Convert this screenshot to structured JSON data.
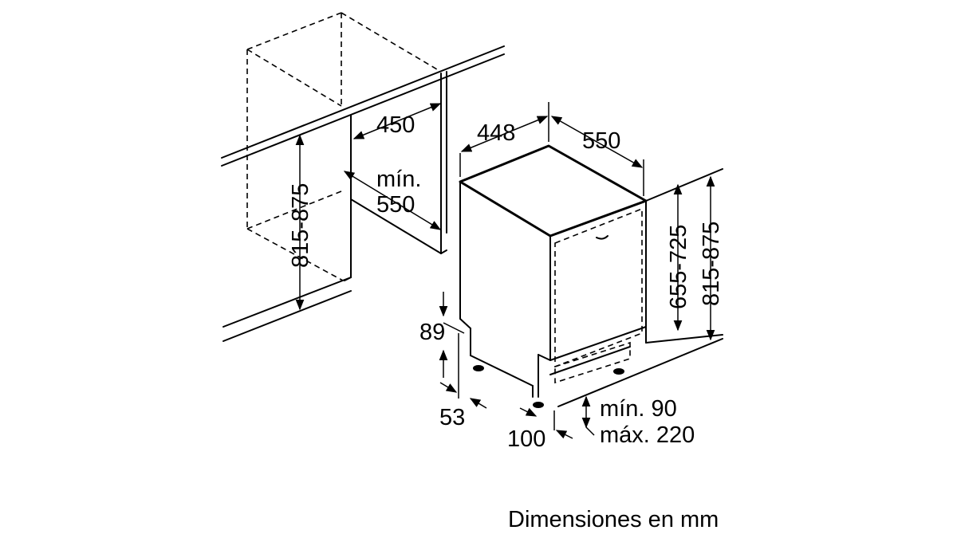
{
  "labels": {
    "niche_depth": "450",
    "niche_min_width_line1": "mín.",
    "niche_min_width_line2": "550",
    "niche_height": "815-875",
    "appliance_width": "448",
    "appliance_depth": "550",
    "door_height": "655-725",
    "total_height": "815-875",
    "base_height": "89",
    "foot_offset": "53",
    "front_offset": "100",
    "plinth_min": "mín. 90",
    "plinth_max": "máx. 220"
  },
  "caption": "Dimensiones en mm"
}
